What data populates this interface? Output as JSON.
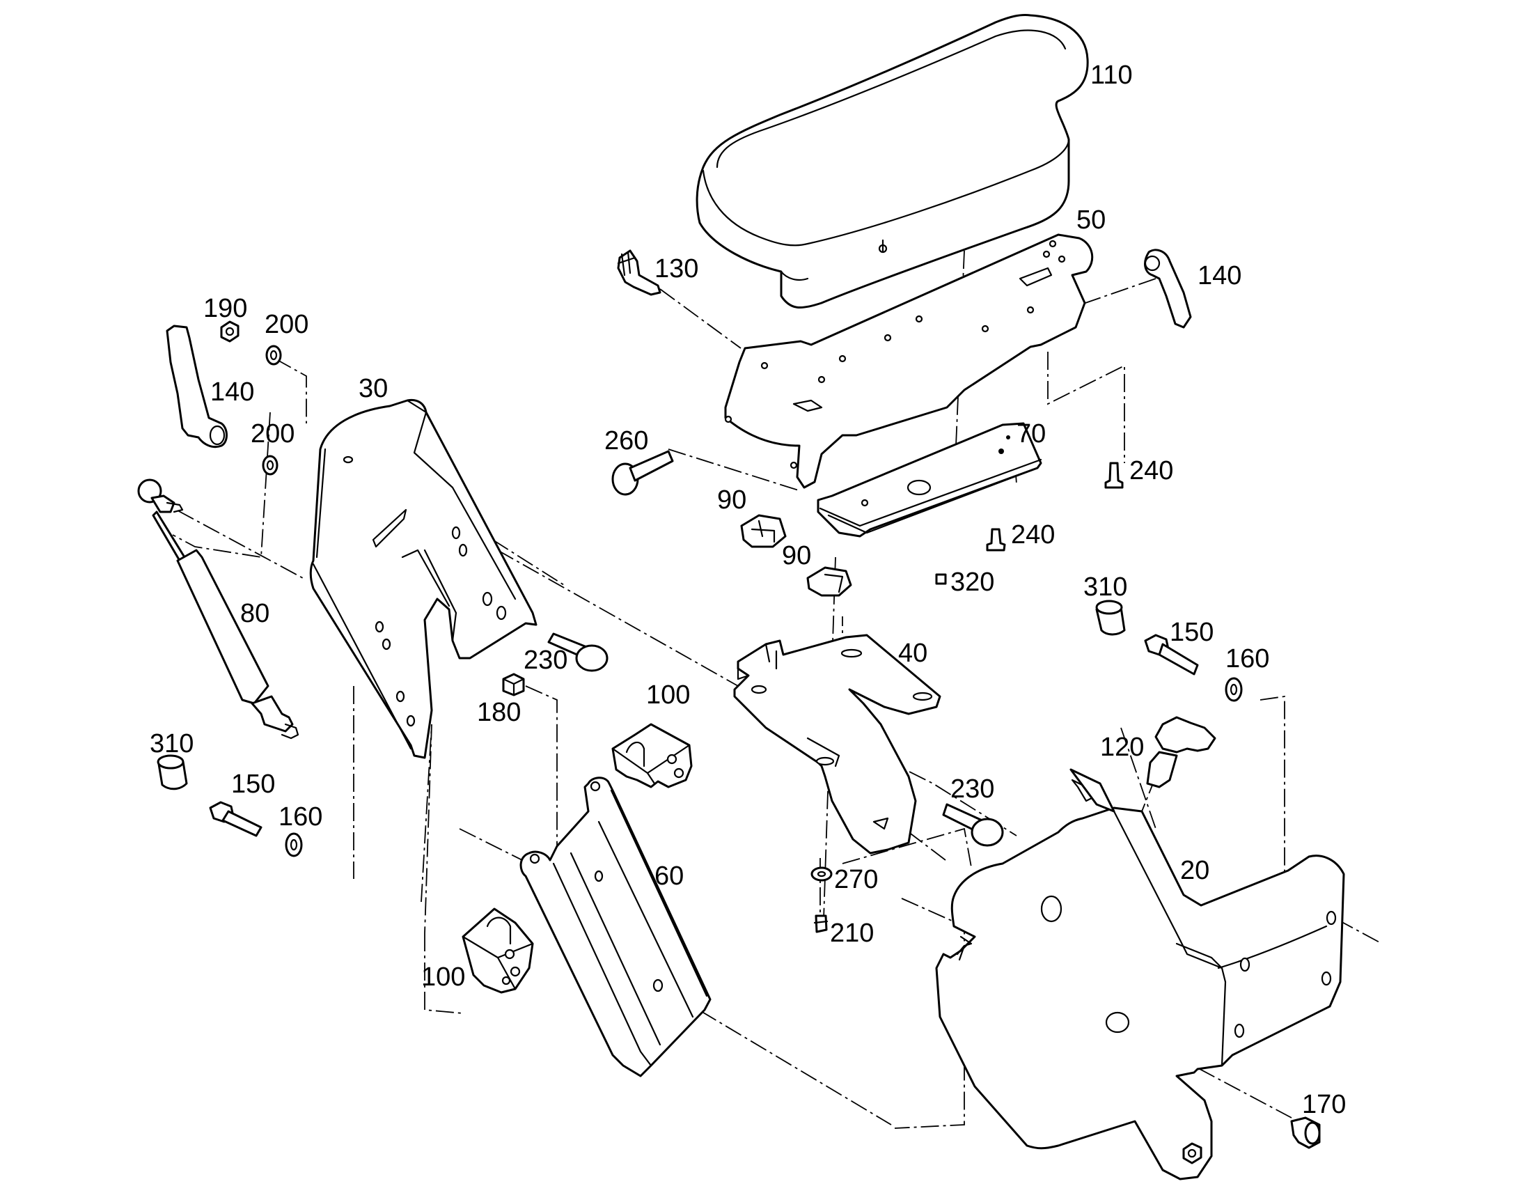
{
  "diagram": {
    "callouts": [
      {
        "id": "c110",
        "text": "110"
      },
      {
        "id": "c50",
        "text": "50"
      },
      {
        "id": "c130",
        "text": "130"
      },
      {
        "id": "c140a",
        "text": "140"
      },
      {
        "id": "c190",
        "text": "190"
      },
      {
        "id": "c200a",
        "text": "200"
      },
      {
        "id": "c140b",
        "text": "140"
      },
      {
        "id": "c200b",
        "text": "200"
      },
      {
        "id": "c30",
        "text": "30"
      },
      {
        "id": "c260",
        "text": "260"
      },
      {
        "id": "c70",
        "text": "70"
      },
      {
        "id": "c240a",
        "text": "240"
      },
      {
        "id": "c90a",
        "text": "90"
      },
      {
        "id": "c240b",
        "text": "240"
      },
      {
        "id": "c90b",
        "text": "90"
      },
      {
        "id": "c320",
        "text": "320"
      },
      {
        "id": "c310a",
        "text": "310"
      },
      {
        "id": "c80",
        "text": "80"
      },
      {
        "id": "c150a",
        "text": "150"
      },
      {
        "id": "c160a",
        "text": "160"
      },
      {
        "id": "c40",
        "text": "40"
      },
      {
        "id": "c230a",
        "text": "230"
      },
      {
        "id": "c100a",
        "text": "100"
      },
      {
        "id": "c180",
        "text": "180"
      },
      {
        "id": "c120",
        "text": "120"
      },
      {
        "id": "c310b",
        "text": "310"
      },
      {
        "id": "c150b",
        "text": "150"
      },
      {
        "id": "c160b",
        "text": "160"
      },
      {
        "id": "c230b",
        "text": "230"
      },
      {
        "id": "c60",
        "text": "60"
      },
      {
        "id": "c270",
        "text": "270"
      },
      {
        "id": "c20",
        "text": "20"
      },
      {
        "id": "c210",
        "text": "210"
      },
      {
        "id": "c100b",
        "text": "100"
      },
      {
        "id": "c170",
        "text": "170"
      }
    ]
  }
}
